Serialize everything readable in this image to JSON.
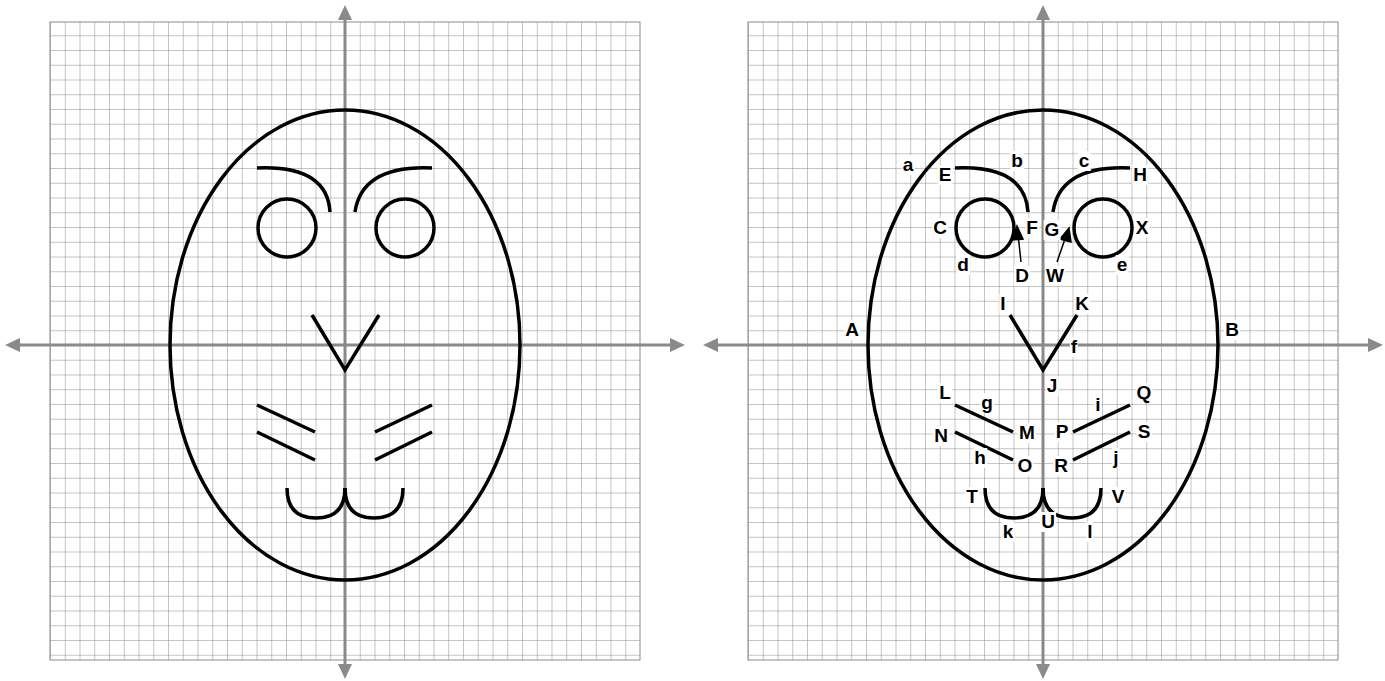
{
  "diagram": {
    "labels": [
      "a",
      "E",
      "b",
      "c",
      "H",
      "C",
      "F",
      "G",
      "X",
      "D",
      "W",
      "d",
      "e",
      "I",
      "K",
      "A",
      "B",
      "f",
      "J",
      "L",
      "g",
      "Q",
      "i",
      "M",
      "P",
      "N",
      "S",
      "h",
      "O",
      "R",
      "j",
      "T",
      "V",
      "k",
      "U",
      "l"
    ]
  }
}
